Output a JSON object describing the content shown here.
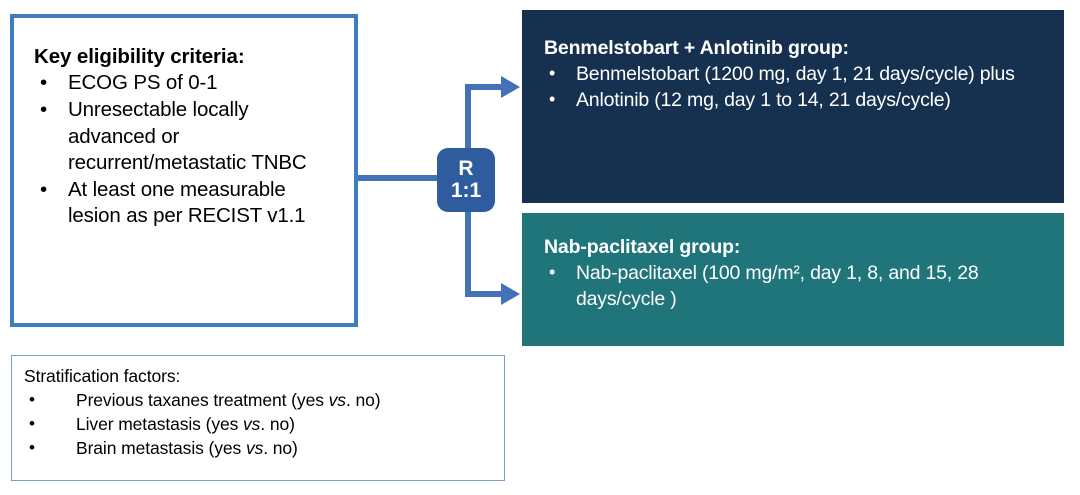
{
  "eligibility": {
    "title": "Key eligibility criteria:",
    "bullet_glyph": "•",
    "items": [
      "ECOG PS of 0-1",
      "Unresectable locally advanced or recurrent/metastatic TNBC",
      "At least one measurable lesion as per RECIST v1.1"
    ]
  },
  "randomization": {
    "letter": "R",
    "ratio": "1:1"
  },
  "arms": [
    {
      "id": "benmelstobart-anlotinib",
      "title": "Benmelstobart + Anlotinib group:",
      "bullet_glyph": "•",
      "items": [
        "Benmelstobart (1200 mg, day 1, 21 days/cycle) plus",
        "Anlotinib (12 mg, day 1 to 14, 21 days/cycle)"
      ],
      "color": "#16304F"
    },
    {
      "id": "nab-paclitaxel",
      "title": "Nab-paclitaxel group:",
      "bullet_glyph": "•",
      "items": [
        "Nab-paclitaxel (100 mg/m², day 1, 8, and 15, 28 days/cycle  )"
      ],
      "color": "#1F757A"
    }
  ],
  "stratification": {
    "title": "Stratification factors:",
    "bullet_glyph": "•",
    "items": [
      {
        "pre": "Previous taxanes treatment (yes ",
        "italic": "vs",
        "post": ". no)"
      },
      {
        "pre": "Liver metastasis (yes ",
        "italic": "vs",
        "post": ". no)"
      },
      {
        "pre": "Brain metastasis (yes ",
        "italic": "vs",
        "post": ". no)"
      }
    ]
  },
  "colors": {
    "connector": "#4472B8",
    "eligibility_border": "#3C7EBF",
    "stratification_border": "#7E9BC4",
    "badge": "#2E5C9E",
    "arm_navy": "#16304F",
    "arm_teal": "#1F757A"
  }
}
